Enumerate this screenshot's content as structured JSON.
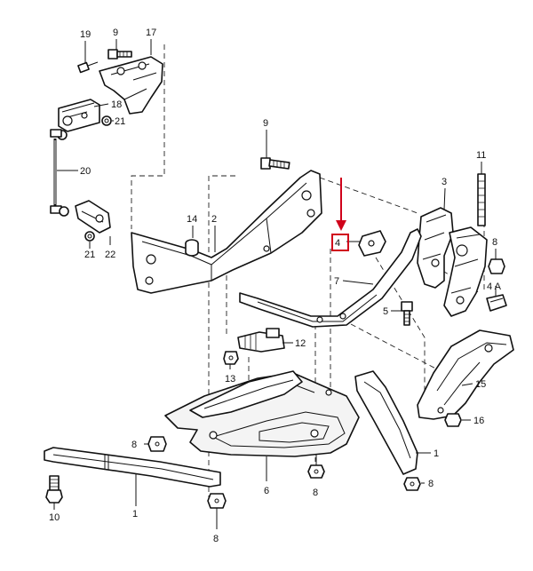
{
  "diagram": {
    "labels": {
      "l19": "19",
      "l9a": "9",
      "l17": "17",
      "l18": "18",
      "l21a": "21",
      "l20": "20",
      "l21b": "21",
      "l22": "22",
      "l9b": "9",
      "l11": "11",
      "l3": "3",
      "l14": "14",
      "l2": "2",
      "l4": "4",
      "l8a": "8",
      "l7": "7",
      "l4a": "4 A",
      "l5": "5",
      "l12": "12",
      "l13": "13",
      "l15": "15",
      "l16": "16",
      "l8b": "8",
      "l1a": "1",
      "l8c": "8",
      "l6": "6",
      "l8d": "8",
      "l10": "10",
      "l1b": "1",
      "l8e": "8"
    },
    "highlight": {
      "color": "#d0021b",
      "target": "4"
    }
  }
}
